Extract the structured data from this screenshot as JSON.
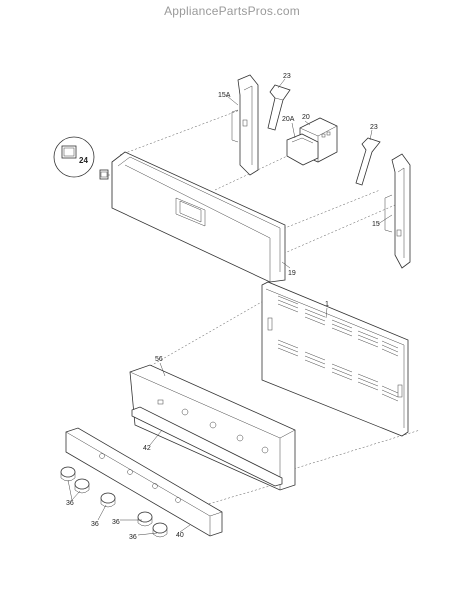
{
  "site_watermark": "AppliancePartsPros.com",
  "part_labels": {
    "p1": "1",
    "p15": "15",
    "p15a": "15A",
    "p19": "19",
    "p20": "20",
    "p20a": "20A",
    "p23a": "23",
    "p23b": "23",
    "p24": "24",
    "p36a": "36",
    "p36b": "36",
    "p36c": "36",
    "p36d": "36",
    "p40": "40",
    "p42": "42",
    "p56": "56"
  }
}
